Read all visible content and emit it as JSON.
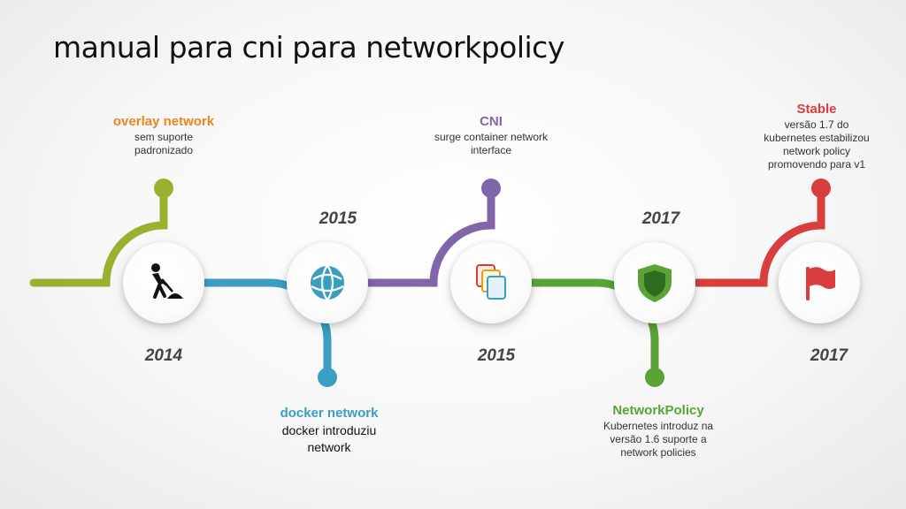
{
  "title": "manual para cni para networkpolicy",
  "colors": {
    "olive": "#98b12e",
    "blue": "#3a9ec2",
    "purple": "#8265a8",
    "green": "#5aa336",
    "red": "#d93d3e",
    "orange": "#e9861e"
  },
  "milestones": [
    {
      "head": "overlay network",
      "desc": "sem suporte padronizado",
      "year": "2014",
      "icon": "worker-digging-icon",
      "color": "#e9861e"
    },
    {
      "head": "docker network",
      "desc": "docker introduziu network",
      "year": "2015",
      "icon": "globe-icon",
      "color": "#3a9ec2"
    },
    {
      "head": "CNI",
      "desc": "surge container network interface",
      "year": "2015",
      "icon": "stacked-cards-icon",
      "color": "#8265a8"
    },
    {
      "head": "NetworkPolicy",
      "desc": "Kubernetes introduz na versão 1.6 suporte a network policies",
      "year": "2017",
      "icon": "shield-icon",
      "color": "#5aa336"
    },
    {
      "head": "Stable",
      "desc": "versão 1.7 do kubernetes estabilizou network policy promovendo para v1",
      "year": "2017",
      "icon": "flag-icon",
      "color": "#d93d3e"
    }
  ]
}
